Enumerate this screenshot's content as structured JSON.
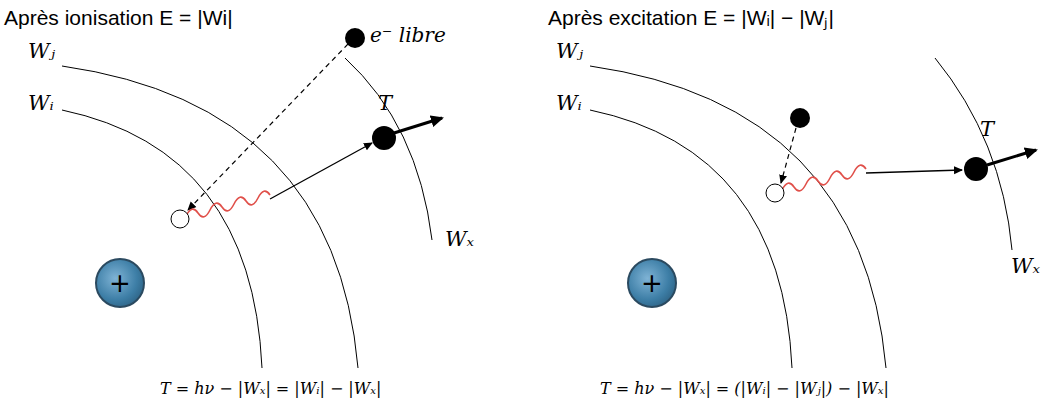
{
  "diagram": {
    "nodes": [
      {
        "text": [
          "+"
        ]
      },
      {
        "text": [
          "+"
        ]
      }
    ],
    "labels": [
      "Après ionisation E = |Wi|",
      "e⁻ libre",
      "Wⱼ",
      "Wᵢ",
      "T",
      "Wₓ",
      "T = hν − |Wₓ| = |Wᵢ| − |Wₓ|",
      "Après excitation E = |Wᵢ| − |Wⱼ|",
      "Wⱼ",
      "Wᵢ",
      "T",
      "Wₓ",
      "T = hν − |Wₓ| = (|Wᵢ| − |Wⱼ|) − |Wₓ|"
    ]
  }
}
